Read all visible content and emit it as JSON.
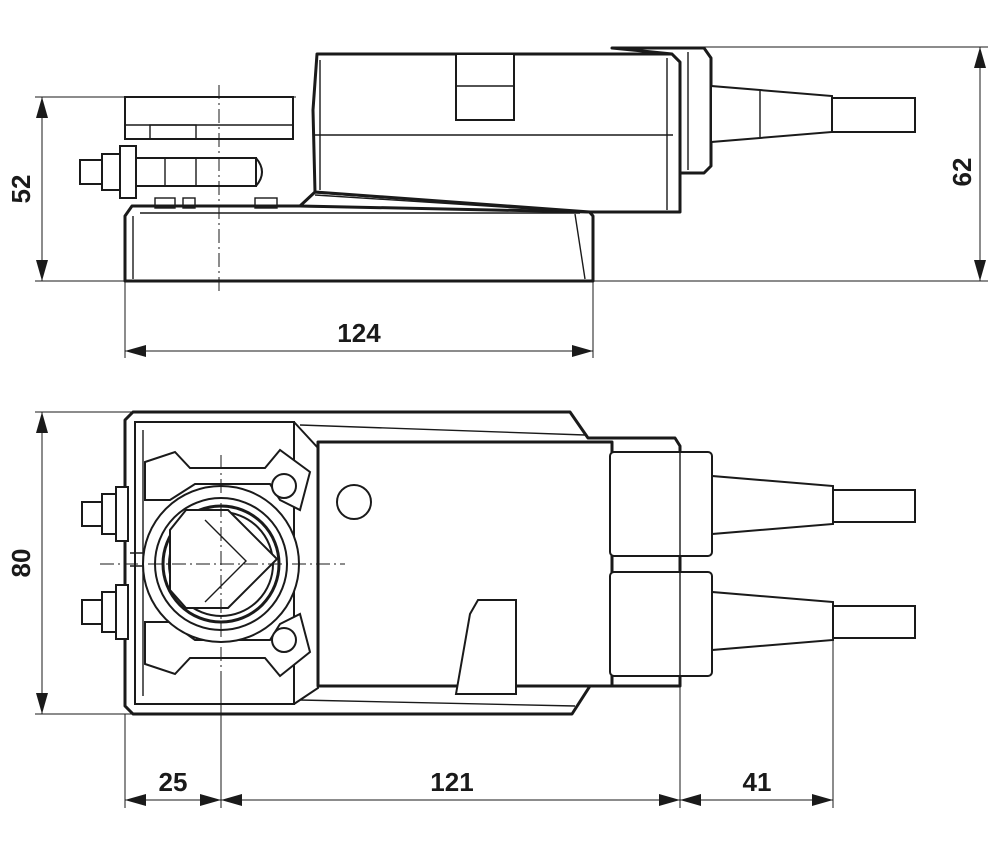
{
  "dimensions": {
    "side_height_left": "52",
    "side_height_right": "62",
    "side_length": "124",
    "top_height": "80",
    "top_offset": "25",
    "top_length": "121",
    "cable_length": "41"
  }
}
